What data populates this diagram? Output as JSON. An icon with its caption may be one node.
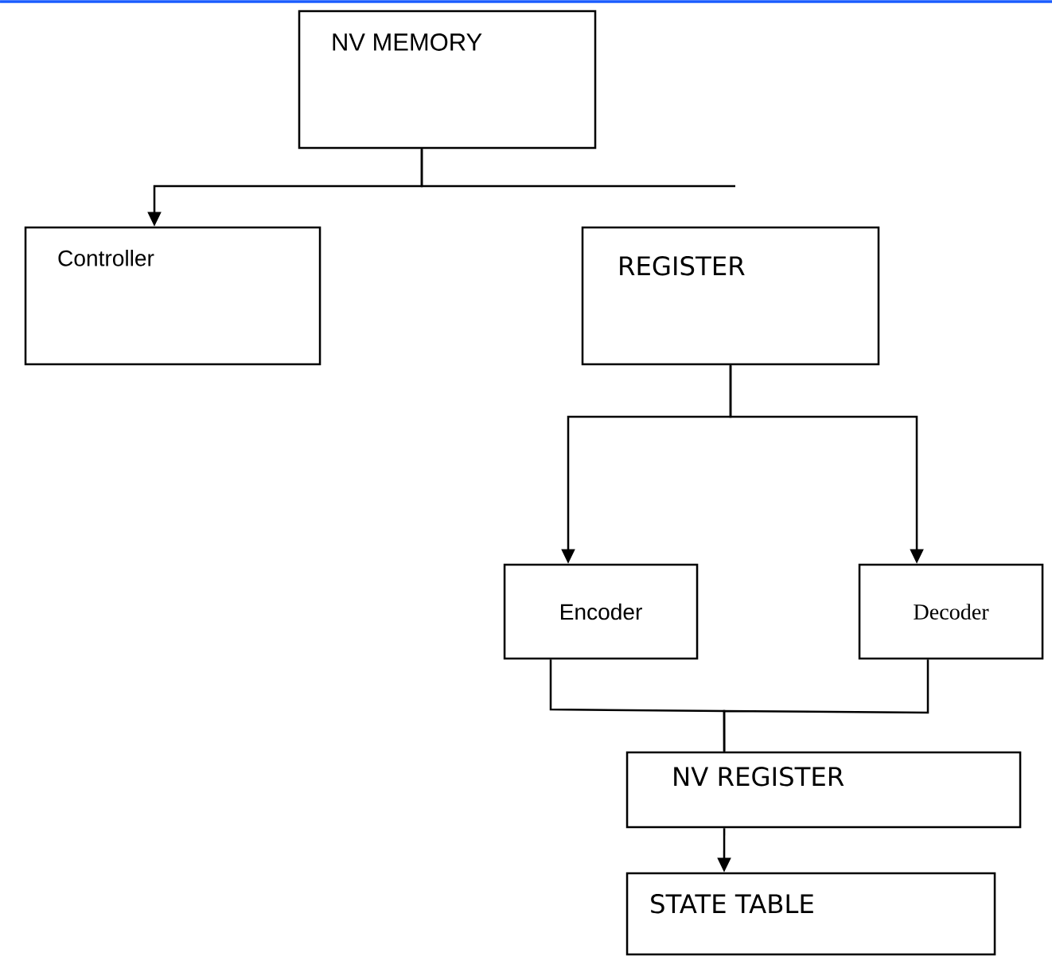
{
  "diagram": {
    "nodes": [
      {
        "text": [
          "NV MEMORY"
        ]
      },
      {
        "text": [
          "Controller"
        ]
      },
      {
        "text": [
          "REGISTER"
        ]
      },
      {
        "text": [
          "Encoder"
        ]
      },
      {
        "text": [
          "Decoder"
        ]
      },
      {
        "text": [
          "NV REGISTER"
        ]
      },
      {
        "text": [
          "STATE TABLE"
        ]
      }
    ],
    "edges": [
      {
        "from": 0,
        "to": 1,
        "arrow": "to"
      },
      {
        "from": 0,
        "to": null,
        "arrow": "none"
      },
      {
        "from": 2,
        "to": 3,
        "arrow": "to"
      },
      {
        "from": 2,
        "to": 4,
        "arrow": "to"
      },
      {
        "from": 3,
        "to": 5,
        "arrow": "none"
      },
      {
        "from": 4,
        "to": 5,
        "arrow": "none"
      },
      {
        "from": 5,
        "to": 6,
        "arrow": "to"
      }
    ]
  }
}
